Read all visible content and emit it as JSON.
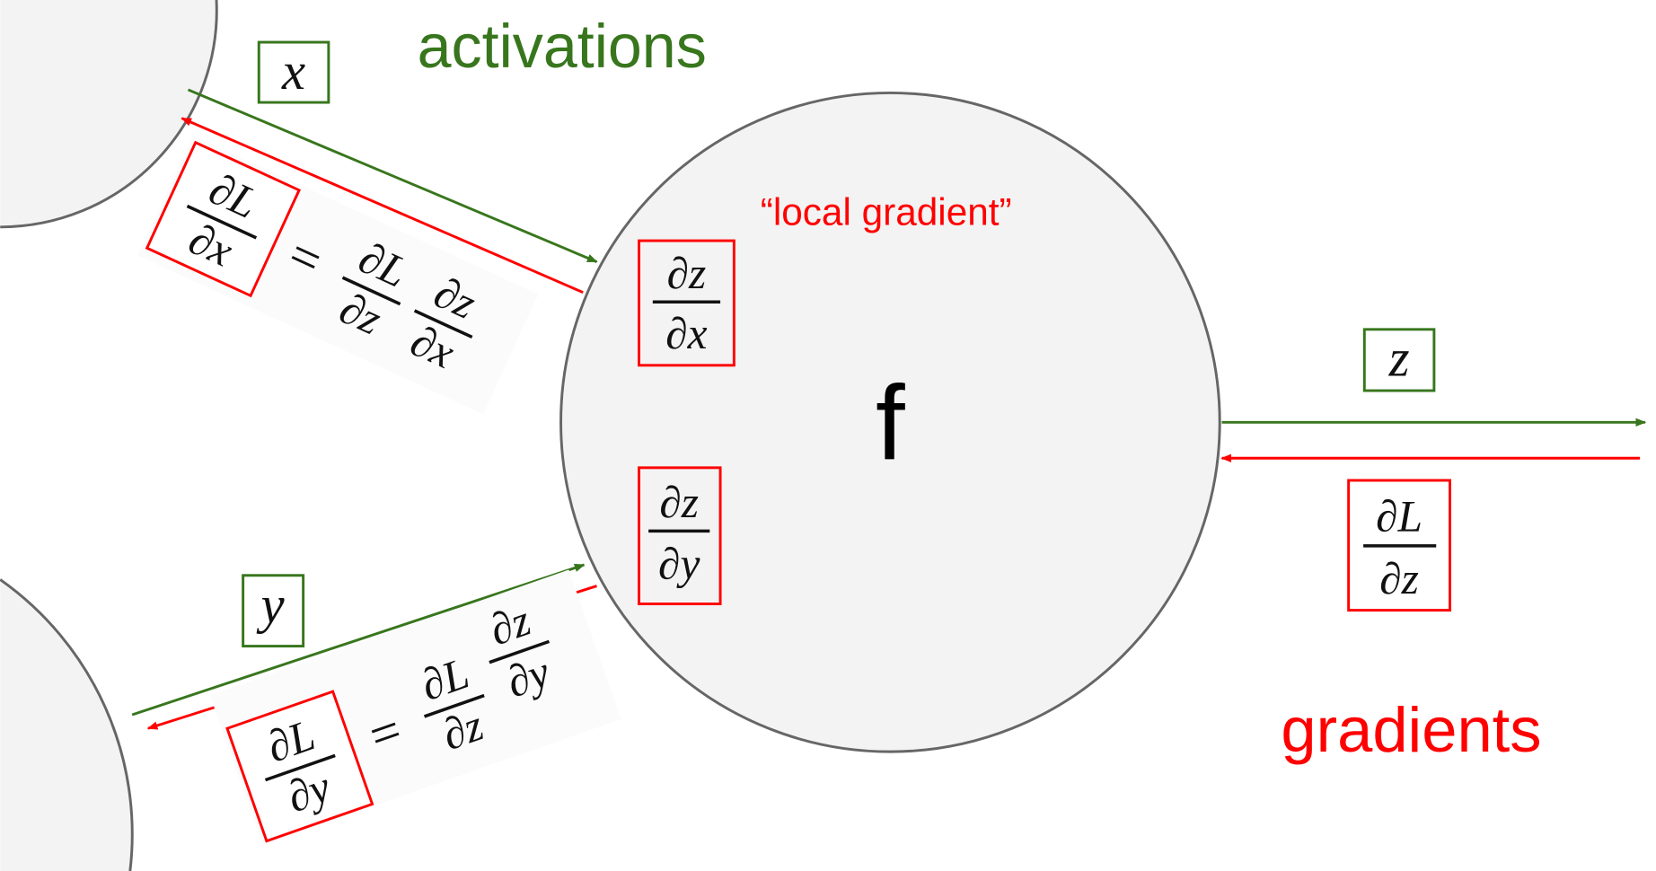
{
  "labels": {
    "activations": "activations",
    "gradients": "gradients",
    "local_gradient": "“local gradient”",
    "function": "f",
    "x": "x",
    "y": "y",
    "z": "z"
  },
  "fractions": {
    "dz_dx": {
      "num": "∂z",
      "den": "∂x"
    },
    "dz_dy": {
      "num": "∂z",
      "den": "∂y"
    },
    "dL_dz": {
      "num": "∂L",
      "den": "∂z"
    },
    "dL_dx": {
      "num": "∂L",
      "den": "∂x"
    },
    "dL_dy": {
      "num": "∂L",
      "den": "∂y"
    }
  },
  "equals": "=",
  "colors": {
    "activation": "#38761d",
    "gradient": "#ff0000",
    "node_fill": "#f3f3f3",
    "node_stroke": "#666666"
  }
}
